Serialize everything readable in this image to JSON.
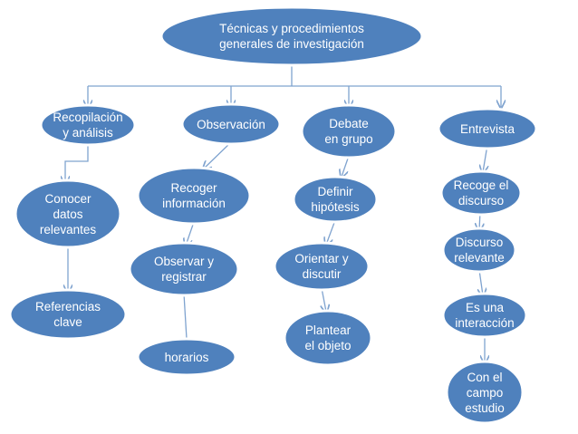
{
  "root": "Técnicas y procedimientos\ngenerales de investigación",
  "categories": [
    "Recopilación\ny análisis",
    "Observación",
    "Debate\nen grupo",
    "Entrevista"
  ],
  "recopilacion": [
    "Conocer\ndatos\nrelevantes",
    "Referencias\nclave"
  ],
  "observacion": [
    "Recoger\ninformación",
    "Observar y\nregistrar",
    "horarios"
  ],
  "debate": [
    "Definir\nhipótesis",
    "Orientar y\ndiscutir",
    "Plantear\nel objeto"
  ],
  "entrevista": [
    "Recoge el\ndiscurso",
    "Discurso\nrelevante",
    "Es una\ninteracción",
    "Con el\ncampo\nestudio"
  ],
  "colors": {
    "node": "#4f81bd",
    "edge": "#7fa3cf",
    "text": "#ffffff"
  }
}
